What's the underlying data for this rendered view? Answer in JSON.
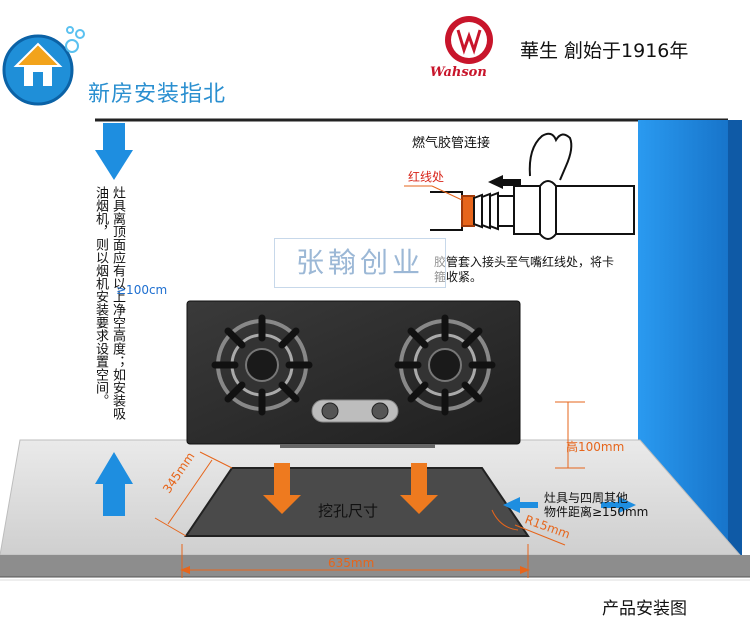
{
  "header": {
    "logo_text": "新房安装指北",
    "brand_name": "華生  創始于1916年",
    "brand_logo_text": "Wahson"
  },
  "annotations": {
    "clearance_note": "灶具离顶面应有以上净空高度；如安装吸油烟机，则以烟机安装要求设置空间。",
    "clearance_value": "≥100cm",
    "gas_title": "燃气胶管连接",
    "red_line_label": "红线处",
    "gas_note": "胶管套入接头至气嘴红线处，将卡箍收紧。",
    "height_label": "高100mm",
    "distance_note_line1": "灶具与四周其他",
    "distance_note_line2": "物件距离≥150mm",
    "depth_label": "345mm",
    "radius_label": "R15mm",
    "width_label": "635mm",
    "cutout_label": "挖孔尺寸",
    "watermark_text": "张翰创业"
  },
  "footer": {
    "caption": "产品安装图"
  },
  "colors": {
    "accent_blue": "#2a8fd0",
    "wall_blue": "#1e8ee0",
    "orange": "#e6651b",
    "hob_glass": "#2c2c2c",
    "countertop": "#d8d8d8"
  }
}
